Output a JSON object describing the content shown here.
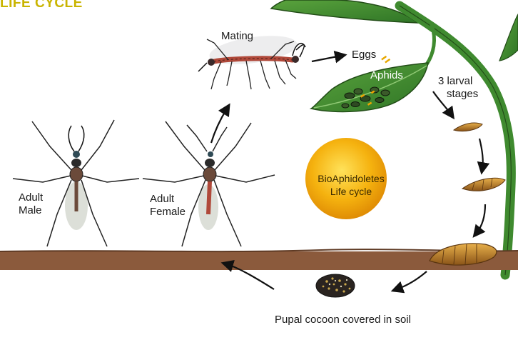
{
  "title": "LIFE CYCLE",
  "labels": {
    "mating": "Mating",
    "eggs": "Eggs",
    "aphids": "Aphids",
    "larval_line1": "3 larval",
    "larval_line2": "stages",
    "adult_male_line1": "Adult",
    "adult_male_line2": "Male",
    "adult_female_line1": "Adult",
    "adult_female_line2": "Female",
    "pupal": "Pupal cocoon covered in soil"
  },
  "center": {
    "line1": "BioAphidoletes",
    "line2": "Life cycle"
  },
  "colors": {
    "title": "#c9b400",
    "soil": "#8b5a3c",
    "leaf": "#3f8a2f",
    "circle": "#f5b20f",
    "larva": "#c98a2a"
  }
}
